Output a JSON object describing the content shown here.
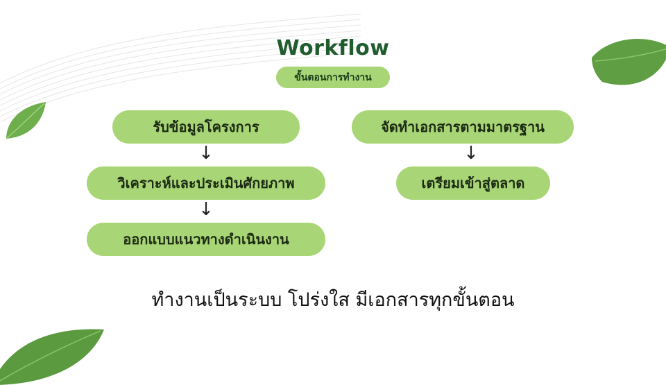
{
  "title": "Workflow",
  "subtitle": "ขั้นตอนการทำงาน",
  "left_column": [
    {
      "label": "รับข้อมูลโครงการ"
    },
    {
      "label": "วิเคราะห์และประเมินศักยภาพ"
    },
    {
      "label": "ออกแบบแนวทางดำเนินงาน"
    }
  ],
  "right_column": [
    {
      "label": "จัดทำเอกสารตามมาตรฐาน"
    },
    {
      "label": "เตรียมเข้าสู่ตลาด"
    }
  ],
  "arrow_glyph": "↓",
  "caption": "ทำงานเป็นระบบ โปร่งใส มีเอกสารทุกขั้นตอน",
  "colors": {
    "title": "#1f5c2e",
    "pill": "#a8d575",
    "leaf": "#6aa84f"
  }
}
